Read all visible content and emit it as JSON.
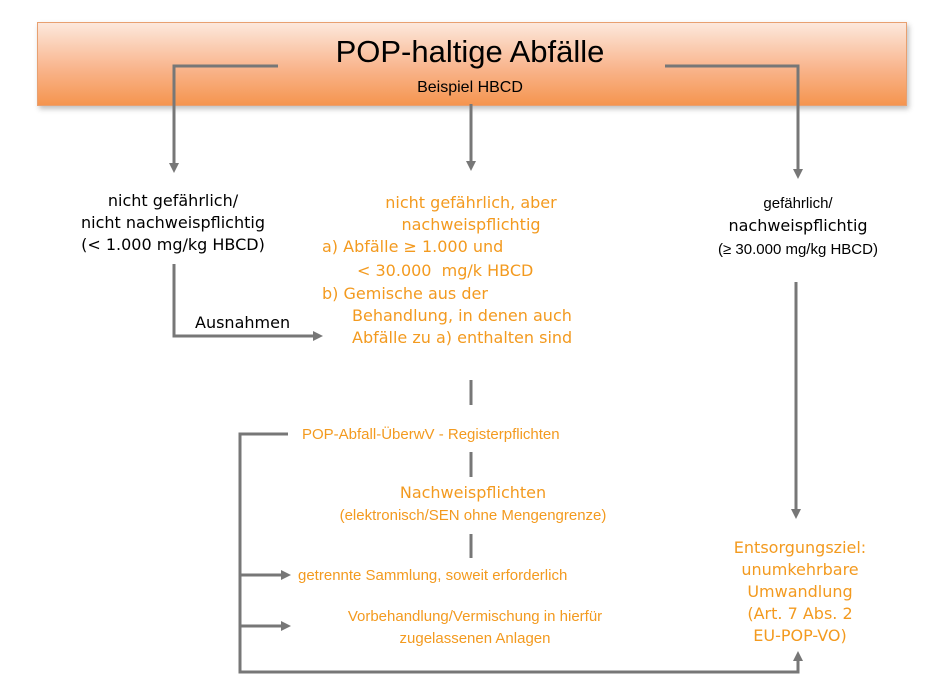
{
  "header": {
    "title": "POP-haltige Abfälle",
    "subtitle": "Beispiel HBCD"
  },
  "left_box": {
    "line1": "nicht gefährlich/",
    "line2": "nicht nachweispflichtig",
    "line3": "(< 1.000 mg/kg HBCD)"
  },
  "exceptions_label": "Ausnahmen",
  "middle_box": {
    "line1": "nicht gefährlich, aber",
    "line2": "nachweispflichtig",
    "line3": "a) Abfälle ≥ 1.000 und",
    "line4": "< 30.000  mg/k HBCD",
    "line5": "b) Gemische aus der",
    "line6": "Behandlung, in denen auch",
    "line7": "Abfälle zu a) enthalten sind"
  },
  "right_box": {
    "line1": "gefährlich/",
    "line2": "nachweispflichtig",
    "line3": "(≥ 30.000 mg/kg HBCD)"
  },
  "steps": {
    "register": "POP-Abfall-ÜberwV - Registerpflichten",
    "nachweis_1": "Nachweispflichten",
    "nachweis_2": "(elektronisch/SEN ohne Mengengrenze)",
    "sammlung": "getrennte Sammlung, soweit erforderlich",
    "vorbehandlung_1": "Vorbehandlung/Vermischung in hierfür",
    "vorbehandlung_2": "zugelassenen Anlagen"
  },
  "goal": {
    "line1": "Entsorgungsziel:",
    "line2": "unumkehrbare",
    "line3": "Umwandlung",
    "line4": "(Art. 7 Abs. 2",
    "line5": "EU-POP-VO)"
  },
  "colors": {
    "header_orange": "#f5954f",
    "text_orange": "#f39a1f",
    "connector_gray": "#777777"
  }
}
